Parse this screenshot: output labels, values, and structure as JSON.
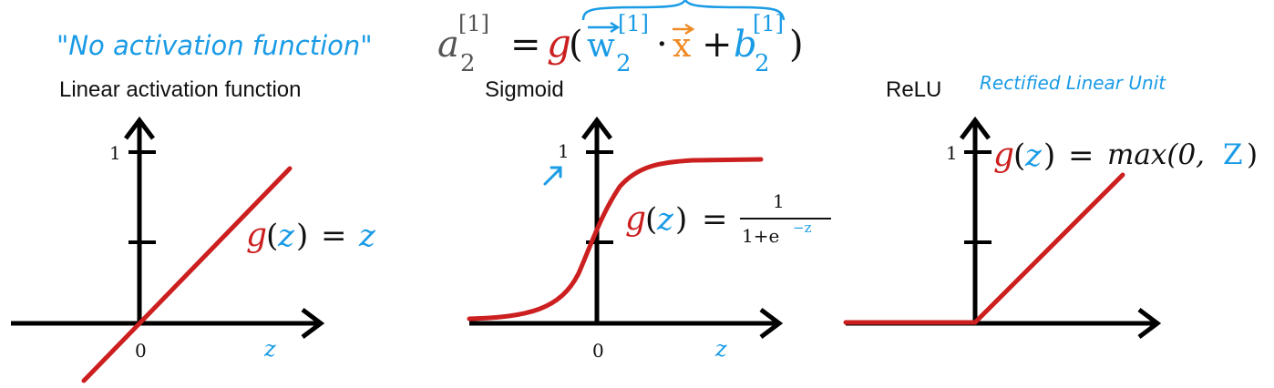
{
  "top": {
    "annotation": "\"No activation function\"",
    "equation": {
      "a": "a",
      "a_sub": "2",
      "a_sup": "[1]",
      "eq": "=",
      "g": "g",
      "lparen": "(",
      "w": "w",
      "w_sub": "2",
      "w_sup": "[1]",
      "dot": "·",
      "x": "x",
      "plus": "+",
      "b": "b",
      "b_sub": "2",
      "b_sup": "[1]",
      "rparen": ")"
    }
  },
  "panels": [
    {
      "title": "Linear activation function",
      "tick_one": "1",
      "origin": "0",
      "x_axis": "z",
      "formula": {
        "g": "g",
        "lp": "(",
        "z": "z",
        "rp": ")",
        "eq": "=",
        "rhs": "z"
      }
    },
    {
      "title": "Sigmoid",
      "tick_one": "1",
      "origin": "0",
      "x_axis": "z",
      "formula": {
        "g": "g",
        "lp": "(",
        "z": "z",
        "rp": ")",
        "eq": "=",
        "num": "1",
        "den_a": "1+e",
        "den_exp": "−z"
      }
    },
    {
      "title": "ReLU",
      "subtitle": "Rectified Linear Unit",
      "tick_one": "1",
      "formula": {
        "g": "g",
        "lp": "(",
        "z": "z",
        "rp": ")",
        "eq": "=",
        "rhs_a": "max(0,",
        "rhs_z": "Z",
        "rhs_b": ")"
      }
    }
  ],
  "colors": {
    "curve": "#cc1f1f",
    "handwriting": "#1a9be6",
    "x_vector": "#f08a24"
  }
}
